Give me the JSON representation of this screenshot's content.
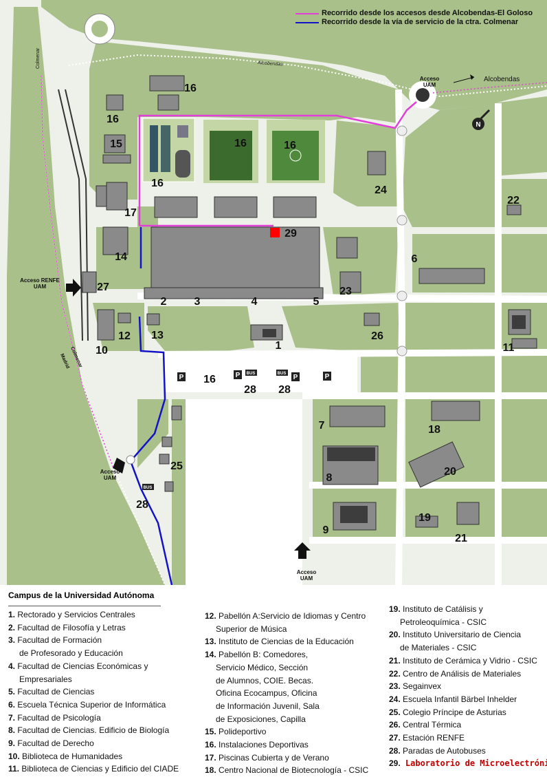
{
  "legend": {
    "magenta_label": "Recorrido desde los accesos desde Alcobendas-El Goloso",
    "blue_label": "Recorrido desde la vía de servicio de la ctra. Colmenar",
    "magenta_color": "#e23fd8",
    "blue_color": "#1212c8"
  },
  "colors": {
    "grass": "#a9c08a",
    "light_grass": "#c5d6a6",
    "road": "#eef0ea",
    "building": "#8a8a8a",
    "building_dark": "#3d3d3d",
    "highlight": "#ff0000"
  },
  "map_labels": {
    "colmenar_left": "Colmenar",
    "alcobendas_road": "Alcobendas",
    "alcobendas_arrow": "Alcobendas",
    "acceso_uam_ne": "Acceso\nUAM",
    "acceso_renfe": "Acceso RENFE\nUAM",
    "acceso_uam_sw": "Acceso\nUAM",
    "acceso_uam_s": "Acceso\nUAM",
    "madrid_road": "Madrid",
    "colmenar_road": "Colmenar",
    "north": "N",
    "parking": "P",
    "bus": "BUS"
  },
  "map_numbers": [
    "1",
    "2",
    "3",
    "4",
    "5",
    "6",
    "7",
    "8",
    "9",
    "10",
    "11",
    "12",
    "13",
    "14",
    "15",
    "16",
    "17",
    "18",
    "19",
    "20",
    "21",
    "22",
    "23",
    "24",
    "25",
    "26",
    "27",
    "28",
    "29"
  ],
  "key": {
    "title": "Campus de la Universidad Autónoma",
    "col1": [
      {
        "num": "1.",
        "text": "Rectorado y Servicios Centrales"
      },
      {
        "num": "2.",
        "text": "Facultad de Filosofía y Letras"
      },
      {
        "num": "3.",
        "text": "Facultad de Formación",
        "cont": "de Profesorado y Educación"
      },
      {
        "num": "4.",
        "text": "Facultad de Ciencias Económicas y",
        "cont": "Empresariales"
      },
      {
        "num": "5.",
        "text": "Facultad de Ciencias"
      },
      {
        "num": "6.",
        "text": "Escuela Técnica Superior de Informática"
      },
      {
        "num": "7.",
        "text": "Facultad de Psicología"
      },
      {
        "num": "8.",
        "text": "Facultad de Ciencias. Edificio de Biología"
      },
      {
        "num": "9.",
        "text": "Facultad de Derecho"
      },
      {
        "num": "10.",
        "text": "Biblioteca de Humanidades"
      },
      {
        "num": "11.",
        "text": "Biblioteca de Ciencias y Edificio del CIADE"
      }
    ],
    "col2": [
      {
        "num": "12.",
        "text": "Pabellón A:Servicio de Idiomas y Centro",
        "cont": "Superior de Música"
      },
      {
        "num": "13.",
        "text": "Instituto de Ciencias de la Educación"
      },
      {
        "num": "14.",
        "text": "Pabellón B: Comedores,",
        "cont": "Servicio Médico, Sección\nde Alumnos, COIE. Becas.\nOficina Ecocampus, Oficina\nde Información Juvenil, Sala\nde Exposiciones, Capilla"
      },
      {
        "num": "15.",
        "text": "Polideportivo"
      },
      {
        "num": "16.",
        "text": "Instalaciones Deportivas"
      },
      {
        "num": "17.",
        "text": "Piscinas Cubierta y de Verano"
      },
      {
        "num": "18.",
        "text": "Centro Nacional de Biotecnología - CSIC"
      }
    ],
    "col3": [
      {
        "num": "19.",
        "text": "Instituto de Catálisis y",
        "cont": "Petroleoquímica - CSIC"
      },
      {
        "num": "20.",
        "text": "Instituto Universitario de Ciencia",
        "cont": "de Materiales - CSIC"
      },
      {
        "num": "21.",
        "text": "Instituto de Cerámica y Vidrio - CSIC"
      },
      {
        "num": "22.",
        "text": "Centro de Análisis de Materiales"
      },
      {
        "num": "23.",
        "text": "Segainvex"
      },
      {
        "num": "24.",
        "text": "Escuela Infantil Bärbel Inhelder"
      },
      {
        "num": "25.",
        "text": "Colegio Príncipe de Asturias"
      },
      {
        "num": "26.",
        "text": "Central Térmica"
      },
      {
        "num": "27.",
        "text": "Estación RENFE"
      },
      {
        "num": "28.",
        "text": "Paradas de Autobuses"
      },
      {
        "num": "29.",
        "text": "Laboratorio de Microelectrónica",
        "highlight": true
      }
    ]
  }
}
